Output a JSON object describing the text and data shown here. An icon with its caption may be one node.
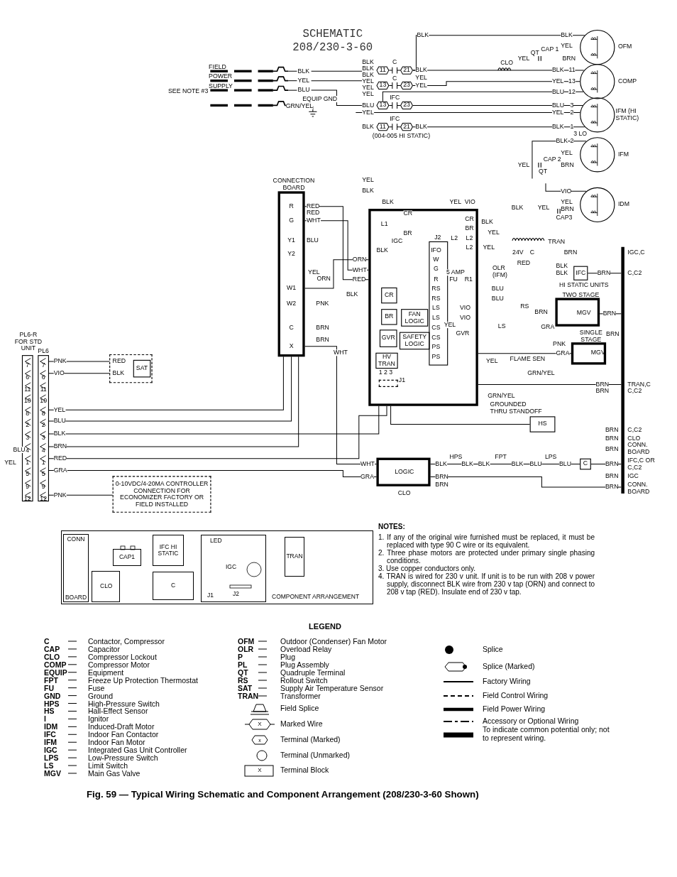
{
  "diagram": {
    "title": "SCHEMATIC 208/230-3-60",
    "caption": "Fig. 59 — Typical Wiring Schematic and Component Arrangement (208/230-3-60 Shown)",
    "nodes": [
      {
        "text": [],
        "shape": "circle",
        "beside": [
          "OFM"
        ]
      },
      {
        "text": [],
        "shape": "circle",
        "beside": [
          "COMP"
        ]
      },
      {
        "text": [],
        "shape": "circle",
        "beside": [
          "IFM (HI STATIC)"
        ]
      },
      {
        "text": [],
        "shape": "circle",
        "beside": [
          "IFM"
        ]
      },
      {
        "text": [],
        "shape": "circle",
        "beside": [
          "IDM"
        ]
      },
      {
        "text": [
          "CONNECTION BOARD"
        ]
      },
      {
        "text": [
          "IGC"
        ]
      },
      {
        "text": [
          "CR"
        ],
        "in": 6
      },
      {
        "text": [
          "BR"
        ],
        "in": 6
      },
      {
        "text": [
          "GVR"
        ],
        "in": 6
      },
      {
        "text": [
          "FAN LOGIC"
        ],
        "in": 6
      },
      {
        "text": [
          "SAFETY LOGIC"
        ],
        "in": 6
      },
      {
        "text": [
          "HV TRAN"
        ],
        "in": 6
      },
      {
        "text": [
          "J2"
        ],
        "in": 6
      },
      {
        "text": [],
        "shape": "box",
        "in": 6,
        "beside": [
          "J1"
        ]
      },
      {
        "text": [
          "HS"
        ]
      },
      {
        "text": [
          "TWO STAGE",
          "MGV"
        ]
      },
      {
        "text": [
          "SINGLE STAGE",
          "MGV"
        ]
      },
      {
        "text": [
          "LOGIC",
          "CLO"
        ]
      },
      {
        "text": [
          "IFC"
        ],
        "beside": [
          "HI STATIC UNITS"
        ]
      },
      {
        "text": [
          "PL6-R FOR STD UNIT"
        ]
      },
      {
        "text": [
          "PL6"
        ]
      },
      {
        "text": [],
        "shape": "box"
      },
      {
        "text": [
          "SAT"
        ],
        "in": 22
      },
      {
        "text": [
          "0-10VDC/4-20MA CONTROLLER CONNECTION FOR ECONOMIZER FACTORY OR FIELD INSTALLED"
        ]
      },
      {
        "text": [
          "C"
        ]
      },
      {
        "text": [],
        "shape": "bar"
      },
      {
        "text": [
          "COMPONENT ARRANGEMENT"
        ]
      },
      {
        "text": [
          "CONN",
          "BOARD"
        ],
        "in": 27
      },
      {
        "text": [
          "CAP1"
        ],
        "in": 27
      },
      {
        "text": [
          "IFC HI STATIC"
        ],
        "in": 27
      },
      {
        "text": [
          "C"
        ],
        "in": 27
      },
      {
        "text": [
          "CLO"
        ],
        "in": 27
      },
      {
        "text": [
          "LED",
          "IGC",
          "J1",
          "J2"
        ],
        "in": 27
      },
      {
        "text": [
          "TRAN"
        ],
        "in": 27
      },
      {
        "text": [
          "11"
        ]
      },
      {
        "text": [
          "21"
        ]
      },
      {
        "text": [
          "13"
        ]
      },
      {
        "text": [
          "23"
        ]
      },
      {
        "text": [
          "13"
        ]
      },
      {
        "text": [
          "23"
        ]
      },
      {
        "text": [
          "11"
        ]
      },
      {
        "text": [
          "21"
        ]
      }
    ],
    "edges": [
      {
        "from": 36,
        "to": 0,
        "arrow": "none"
      },
      {
        "from": 36,
        "to": 1,
        "arrow": "none"
      },
      {
        "from": 38,
        "to": 1,
        "arrow": "none"
      },
      {
        "from": 39,
        "to": 1,
        "arrow": "none"
      },
      {
        "from": 40,
        "to": 2,
        "arrow": "none"
      },
      {
        "from": null,
        "to": 2,
        "arrow": "none",
        "label": "YEL"
      },
      {
        "from": 42,
        "to": 2,
        "arrow": "none"
      },
      {
        "from": null,
        "to": 3,
        "arrow": "none"
      },
      {
        "from": null,
        "to": 4,
        "arrow": "none"
      },
      {
        "from": 5,
        "to": 6,
        "arrow": "none"
      },
      {
        "from": 5,
        "to": 6,
        "arrow": "none"
      },
      {
        "from": 5,
        "to": 6,
        "arrow": "none"
      },
      {
        "from": 21,
        "to": 22,
        "arrow": "none"
      },
      {
        "from": 21,
        "to": 22,
        "arrow": "none"
      },
      {
        "from": 21,
        "to": 24,
        "arrow": "none"
      },
      {
        "from": 21,
        "to": 5,
        "arrow": "none"
      },
      {
        "from": 21,
        "to": 5,
        "arrow": "none"
      },
      {
        "from": 21,
        "to": 5,
        "arrow": "none"
      },
      {
        "from": 21,
        "to": 6,
        "arrow": "none"
      },
      {
        "from": 21,
        "to": 6,
        "arrow": "none"
      },
      {
        "from": 21,
        "to": 18,
        "arrow": "none"
      },
      {
        "from": 5,
        "to": 18,
        "arrow": "none"
      },
      {
        "from": 6,
        "to": 15,
        "arrow": "none"
      },
      {
        "from": 18,
        "to": 25,
        "arrow": "none"
      },
      {
        "from": 25,
        "to": 26,
        "arrow": "none"
      },
      {
        "from": 19,
        "to": 26,
        "arrow": "none"
      },
      {
        "from": 6,
        "to": 26,
        "arrow": "none"
      },
      {
        "from": 18,
        "to": 26,
        "arrow": "none"
      },
      {
        "from": 16,
        "to": 26,
        "arrow": "none"
      },
      {
        "from": 6,
        "to": 17,
        "arrow": "none"
      }
    ],
    "labels": [
      "SEE NOTE #3",
      "FIELD POWER SUPPLY",
      "BLK",
      "YEL",
      "BLU",
      "EQUIP GND",
      "GRN/YEL",
      "BLK",
      "BLK",
      "BLK",
      "YEL",
      "YEL",
      "YEL",
      "C",
      "C",
      "BLK",
      "YEL",
      "YEL",
      "BLU",
      "IFC",
      "BLK",
      "IFC",
      "BLK",
      "(004-005 HI STATIC)",
      "BLK",
      "CLO",
      "BLK",
      "YEL",
      "YEL",
      "QT",
      "CAP 1",
      "BRN",
      "BLK",
      "11",
      "YEL",
      "13",
      "BLU",
      "12",
      "BLU",
      "3",
      "YEL",
      "2",
      "BLK",
      "1",
      "3 LO",
      "BLK",
      "2",
      "YEL",
      "YEL",
      "CAP 2",
      "QT",
      "BRN",
      "YEL",
      "BLK",
      "VIO",
      "YEL",
      "BRN",
      "CAP3",
      "R",
      "G",
      "Y1",
      "Y2",
      "W1",
      "W2",
      "C",
      "X",
      "RED",
      "RED",
      "WHT",
      "BLU",
      "YEL",
      "ORN",
      "PNK",
      "BRN",
      "BRN",
      "WHT",
      "BLK",
      "BLK",
      "L1",
      "CR",
      "BR",
      "YEL",
      "VIO",
      "CR",
      "BR",
      "L2",
      "L2",
      "L2",
      "BLK",
      "YEL",
      "YEL",
      "BLK",
      "YEL",
      "TRAN",
      "24V",
      "RED",
      "C",
      "BRN",
      "IGC,C",
      "IFO",
      "W",
      "G",
      "R",
      "RS",
      "RS",
      "LS",
      "LS",
      "CS",
      "CS",
      "PS",
      "PS",
      "BLK",
      "ORN",
      "WHT",
      "RED",
      "5 AMP",
      "FU",
      "R1",
      "OLR (IFM)",
      "BLU",
      "BLU",
      "VIO",
      "RS",
      "VIO",
      "YEL",
      "LS",
      "GVR",
      "YEL",
      "FLAME SEN",
      "GRN/YEL",
      "GRN/YEL",
      "GROUNDED THRU STANDOFF",
      "BRN",
      "TRAN,C",
      "BRN",
      "C,C2",
      "BLK",
      "BLK",
      "BRN",
      "C,C2",
      "BRN",
      "BRN",
      "GRA",
      "PNK",
      "BRN",
      "GRA",
      "7",
      "6",
      "11",
      "10",
      "8",
      "2",
      "3",
      "4",
      "1",
      "5",
      "9",
      "12",
      "7",
      "6",
      "11",
      "10",
      "8",
      "2",
      "3",
      "4",
      "1",
      "5",
      "9",
      "12",
      "PNK",
      "VIO",
      "YEL",
      "BLU",
      "BLK",
      "BRN",
      "RED",
      "GRA",
      "PNK",
      "BLU",
      "YEL",
      "RED",
      "BLK",
      "BRN",
      "C,C2",
      "BRN",
      "CLO",
      "BRN",
      "CONN. BOARD",
      "BRN",
      "IFC,C OR C,C2",
      "BRN",
      "IGC",
      "BRN",
      "CONN. BOARD",
      "WHT",
      "GRA",
      "BLK",
      "HPS",
      "BLK",
      "BLK",
      "FPT",
      "BLK",
      "BLU",
      "LPS",
      "BLU",
      "BRN",
      "BRN",
      "1 2 3",
      "NOTES:",
      "1. If any of the original wire furnished must be replaced, it must be replaced with type 90 C wire or its equivalent.",
      "2. Three phase motors are protected under primary single phasing conditions.",
      "3. Use copper conductors only.",
      "4. TRAN is wired for 230 v unit. If unit is to be run with 208 v power supply, disconnect BLK wire from 230 v tap (ORN) and connect to 208 v tap (RED). Insulate end of 230 v tap.",
      "LEGEND",
      "C",
      "Contactor, Compressor",
      "CAP",
      "Capacitor",
      "CLO",
      "Compressor Lockout",
      "COMP",
      "Compressor Motor",
      "EQUIP",
      "Equipment",
      "FPT",
      "Freeze Up Protection Thermostat",
      "FU",
      "Fuse",
      "GND",
      "Ground",
      "HPS",
      "High-Pressure Switch",
      "HS",
      "Hall-Effect Sensor",
      "I",
      "Ignitor",
      "IDM",
      "Induced-Draft Motor",
      "IFC",
      "Indoor Fan Contactor",
      "IFM",
      "Indoor Fan Motor",
      "IGC",
      "Integrated Gas Unit Controller",
      "LPS",
      "Low-Pressure Switch",
      "LS",
      "Limit Switch",
      "MGV",
      "Main Gas Valve",
      "OFM",
      "Outdoor (Condenser) Fan Motor",
      "OLR",
      "Overload Relay",
      "P",
      "Plug",
      "PL",
      "Plug Assembly",
      "QT",
      "Quadruple Terminal",
      "RS",
      "Rollout Switch",
      "SAT",
      "Supply Air Temperature Sensor",
      "TRAN",
      "Transformer",
      "X",
      "x",
      "X"
    ],
    "legend": [
      {
        "text": "Splice"
      },
      {
        "text": "Splice (Marked)"
      },
      {
        "text": "Factory Wiring"
      },
      {
        "text": "Field Control Wiring"
      },
      {
        "text": "Field Power Wiring"
      },
      {
        "text": "Accessory or Optional Wiring"
      },
      {
        "text": "To indicate common potential only; not to represent wiring."
      },
      {
        "text": "Field Splice"
      },
      {
        "text": "Marked Wire"
      },
      {
        "text": "Terminal (Marked)"
      },
      {
        "text": "Terminal (Unmarked)"
      },
      {
        "text": "Terminal Block"
      }
    ]
  }
}
